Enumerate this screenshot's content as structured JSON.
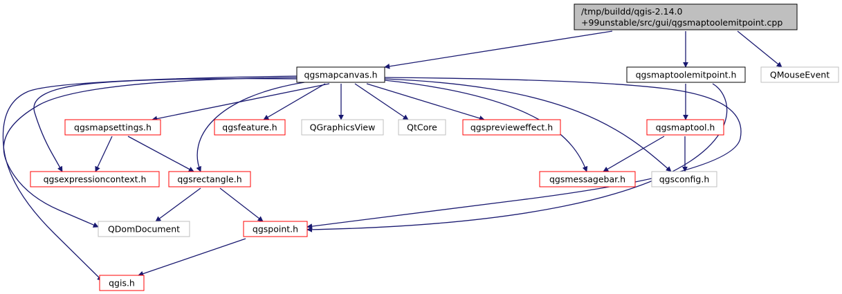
{
  "colors": {
    "edge": "#191970",
    "root_fill": "#bfbfbf",
    "border_black": "#000000",
    "border_red": "#ff0000",
    "border_gray": "#bfbfbf"
  },
  "nodes": [
    {
      "id": "root",
      "lines": [
        "/tmp/buildd/qgis-2.14.0",
        "+99unstable/src/gui/qgsmaptoolemitpoint.cpp"
      ],
      "style": "root"
    },
    {
      "id": "qgsmapcanvas",
      "lines": [
        "qgsmapcanvas.h"
      ],
      "style": "black"
    },
    {
      "id": "qgsmaptoolemitpoint",
      "lines": [
        "qgsmaptoolemitpoint.h"
      ],
      "style": "black"
    },
    {
      "id": "qmouseevent",
      "lines": [
        "QMouseEvent"
      ],
      "style": "gray"
    },
    {
      "id": "qgsmapsettings",
      "lines": [
        "qgsmapsettings.h"
      ],
      "style": "red"
    },
    {
      "id": "qgsfeature",
      "lines": [
        "qgsfeature.h"
      ],
      "style": "red"
    },
    {
      "id": "qgraphicsview",
      "lines": [
        "QGraphicsView"
      ],
      "style": "gray"
    },
    {
      "id": "qtcore",
      "lines": [
        "QtCore"
      ],
      "style": "gray"
    },
    {
      "id": "qgsprevieweffect",
      "lines": [
        "qgspreviewe​ffect.h"
      ],
      "style": "red"
    },
    {
      "id": "qgsmaptool",
      "lines": [
        "qgsmaptool.h"
      ],
      "style": "red"
    },
    {
      "id": "qgsexpressioncontext",
      "lines": [
        "qgsexpressioncontext.h"
      ],
      "style": "red"
    },
    {
      "id": "qgsrectangle",
      "lines": [
        "qgsrectangle.h"
      ],
      "style": "red"
    },
    {
      "id": "qgsmessagebar",
      "lines": [
        "qgsmessagebar.h"
      ],
      "style": "red"
    },
    {
      "id": "qgsconfig",
      "lines": [
        "qgsconfig.h"
      ],
      "style": "gray"
    },
    {
      "id": "qdomdocument",
      "lines": [
        "QDomDocument"
      ],
      "style": "gray"
    },
    {
      "id": "qgspoint",
      "lines": [
        "qgspoint.h"
      ],
      "style": "red"
    },
    {
      "id": "qgis",
      "lines": [
        "qgis.h"
      ],
      "style": "red"
    }
  ],
  "edges": [
    {
      "from": "root",
      "to": "qgsmapcanvas"
    },
    {
      "from": "root",
      "to": "qgsmaptoolemitpoint"
    },
    {
      "from": "root",
      "to": "qmouseevent"
    },
    {
      "from": "qgsmapcanvas",
      "to": "qgsmapsettings"
    },
    {
      "from": "qgsmapcanvas",
      "to": "qgsfeature"
    },
    {
      "from": "qgsmapcanvas",
      "to": "qgraphicsview"
    },
    {
      "from": "qgsmapcanvas",
      "to": "qtcore"
    },
    {
      "from": "qgsmapcanvas",
      "to": "qgsprevieweffect"
    },
    {
      "from": "qgsmapcanvas",
      "to": "qgsexpressioncontext"
    },
    {
      "from": "qgsmapcanvas",
      "to": "qgsrectangle"
    },
    {
      "from": "qgsmapcanvas",
      "to": "qgsmessagebar"
    },
    {
      "from": "qgsmapcanvas",
      "to": "qgsconfig"
    },
    {
      "from": "qgsmapcanvas",
      "to": "qdomdocument"
    },
    {
      "from": "qgsmapcanvas",
      "to": "qgspoint"
    },
    {
      "from": "qgsmapcanvas",
      "to": "qgis"
    },
    {
      "from": "qgsmaptoolemitpoint",
      "to": "qgsmaptool"
    },
    {
      "from": "qgsmaptoolemitpoint",
      "to": "qgspoint"
    },
    {
      "from": "qgsmapsettings",
      "to": "qgsexpressioncontext"
    },
    {
      "from": "qgsmapsettings",
      "to": "qgsrectangle"
    },
    {
      "from": "qgsmaptool",
      "to": "qgsmessagebar"
    },
    {
      "from": "qgsmaptool",
      "to": "qgsconfig"
    },
    {
      "from": "qgsrectangle",
      "to": "qdomdocument"
    },
    {
      "from": "qgsrectangle",
      "to": "qgspoint"
    },
    {
      "from": "qgspoint",
      "to": "qgis"
    }
  ]
}
